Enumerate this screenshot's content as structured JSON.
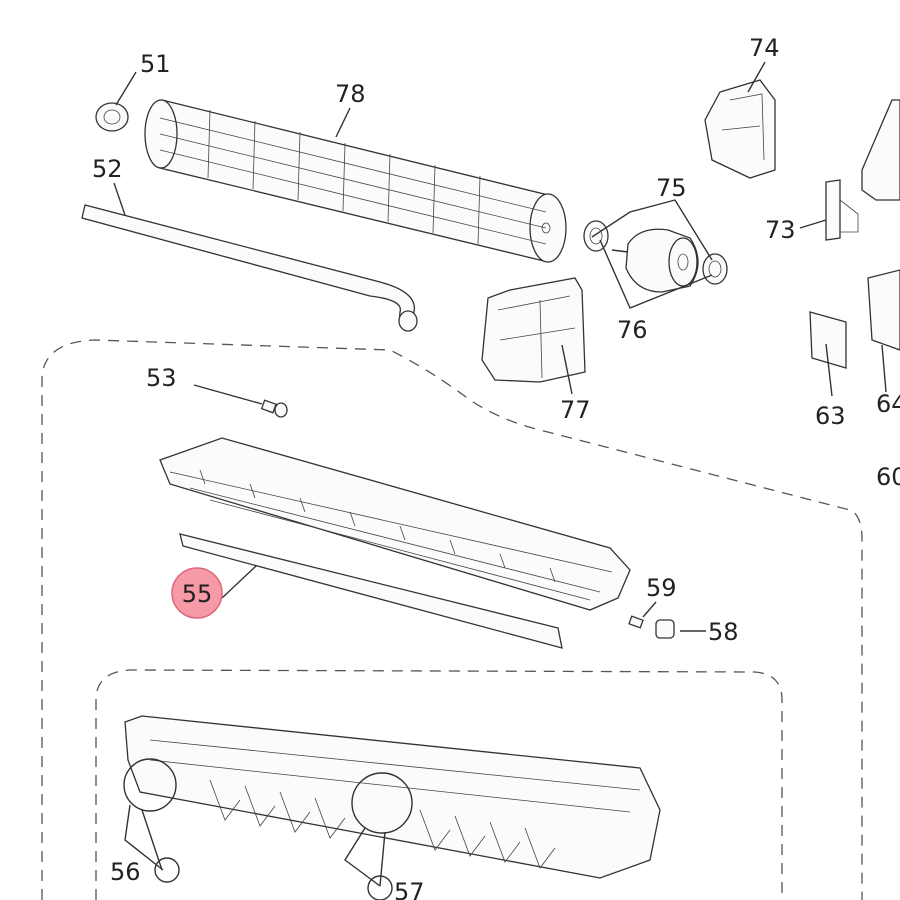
{
  "parts": {
    "p51": "51",
    "p52": "52",
    "p53": "53",
    "p55": "55",
    "p56": "56",
    "p57": "57",
    "p58": "58",
    "p59": "59",
    "p60": "60",
    "p63": "63",
    "p64": "64",
    "p73": "73",
    "p74": "74",
    "p75": "75",
    "p76": "76",
    "p77": "77",
    "p78": "78"
  },
  "highlight": {
    "part": "p55",
    "fill": "#f59aa6",
    "stroke": "#e0667a",
    "text_color": "#c0263f"
  }
}
